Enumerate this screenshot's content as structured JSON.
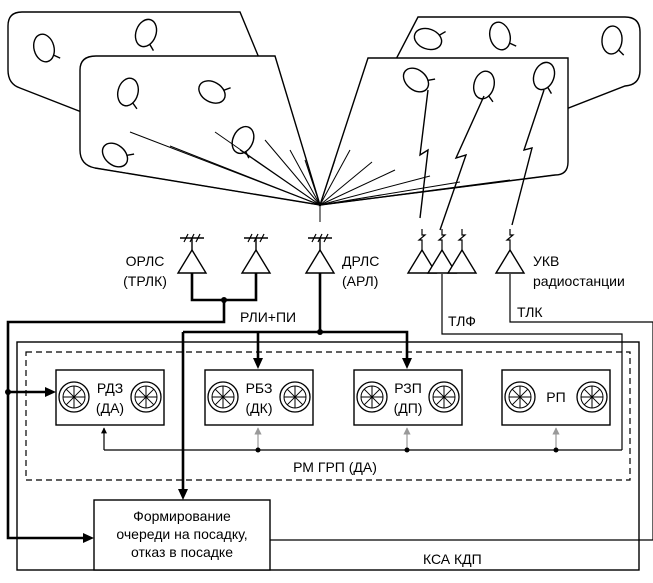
{
  "labels": {
    "orls_1": "ОРЛС",
    "orls_2": "(ТРЛК)",
    "drls_1": "ДРЛС",
    "drls_2": "(АРЛ)",
    "ukv_1": "УКВ",
    "ukv_2": "радиостанции",
    "rli_pi": "РЛИ+ПИ",
    "tlf": "ТЛФ",
    "tlk": "ТЛК",
    "rdz_1": "РДЗ",
    "rdz_2": "(ДА)",
    "rbz_1": "РБЗ",
    "rbz_2": "(ДК)",
    "rzp_1": "РЗП",
    "rzp_2": "(ДП)",
    "rp": "РП",
    "rm_grp": "РМ ГРП (ДА)",
    "queue_1": "Формирование",
    "queue_2": "очереди на посадку,",
    "queue_3": "отказ в посадке",
    "ksa_kdp": "КСА КДП"
  },
  "colors": {
    "line": "#000000",
    "feedback_arrow": "#999999"
  }
}
